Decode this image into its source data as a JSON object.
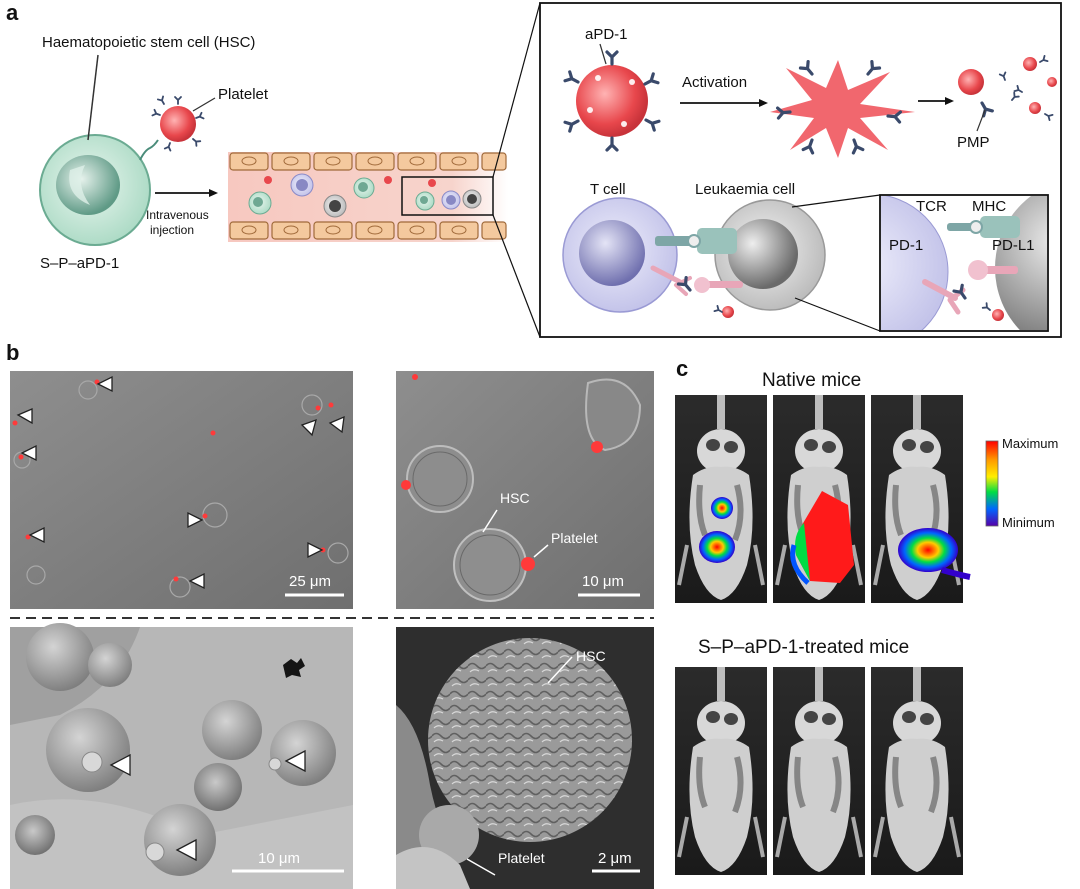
{
  "panel_a": {
    "letter": "a",
    "hsc_label": "Haematopoietic stem cell (HSC)",
    "platelet_label": "Platelet",
    "injection_line1": "Intravenous",
    "injection_line2": "injection",
    "construct_label": "S–P–aPD-1",
    "apd1_label": "aPD-1",
    "activation_label": "Activation",
    "pmp_label": "PMP",
    "tcell_label": "T cell",
    "leukaemia_label": "Leukaemia cell",
    "tcr_label": "TCR",
    "mhc_label": "MHC",
    "pd1_label": "PD-1",
    "pdl1_label": "PD-L1"
  },
  "panel_b": {
    "letter": "b",
    "scale_top_left": "25 μm",
    "scale_top_right": "10 μm",
    "scale_bottom_left": "10 μm",
    "scale_bottom_right": "2 μm",
    "hsc_label": "HSC",
    "platelet_label": "Platelet",
    "hsc_label_sem": "HSC",
    "platelet_label_sem": "Platelet"
  },
  "panel_c": {
    "letter": "c",
    "native_title": "Native mice",
    "treated_title": "S–P–aPD-1-treated mice",
    "colorbar_max": "Maximum",
    "colorbar_min": "Minimum"
  },
  "colors": {
    "platelet_red": "#e8474c",
    "antibody_blue": "#3a4a6b",
    "vessel_pink": "#f6c9c0",
    "endothelial": "#f2c99a",
    "hsc_green": "#bfe3d4",
    "tcell_lavender": "#c9c9ea",
    "leukaemia_grey": "#bdbdbd"
  }
}
